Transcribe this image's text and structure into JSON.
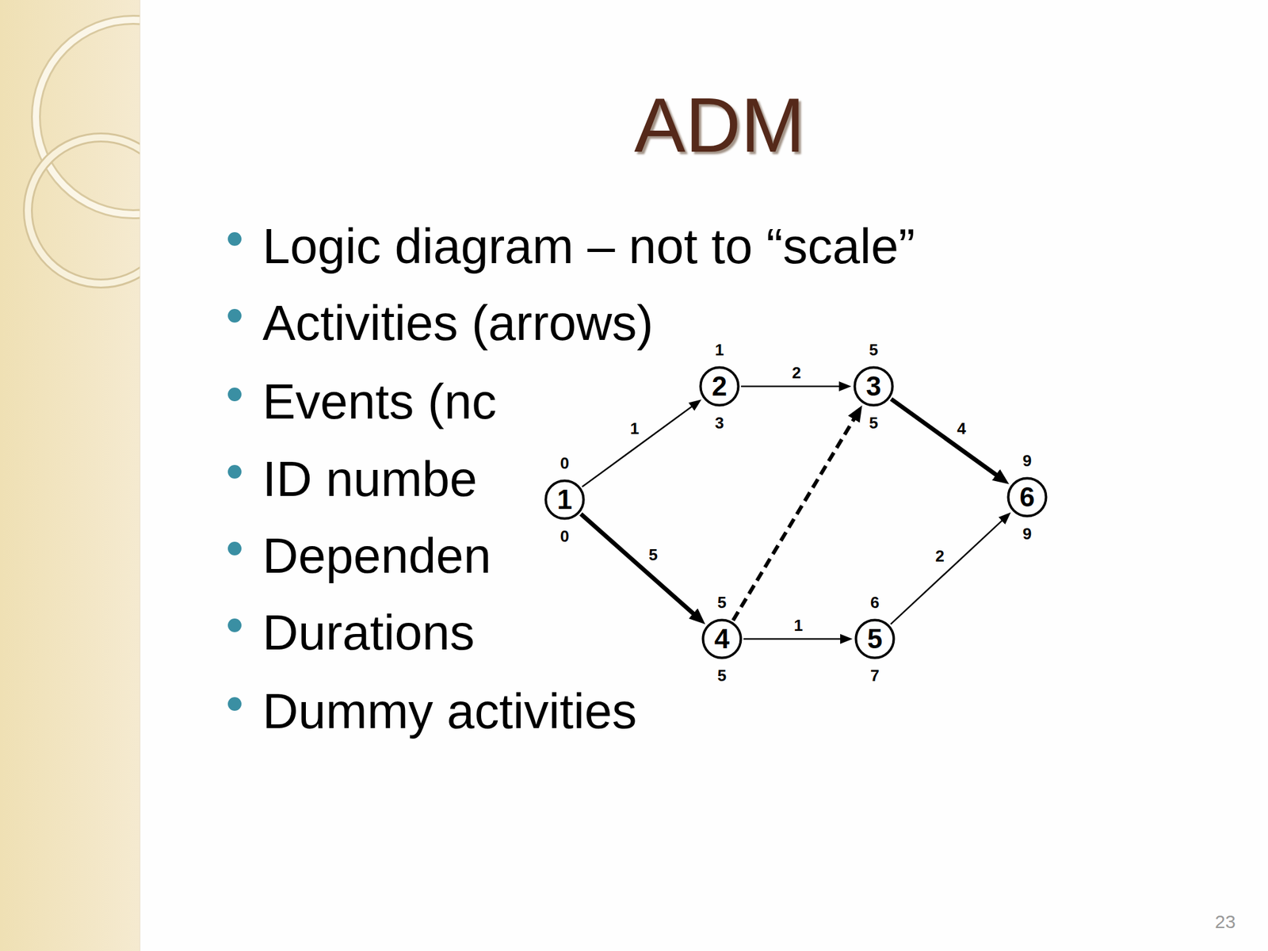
{
  "diagram": {
    "title": "ADM",
    "nodes": [
      {
        "text": [
          "0",
          "1",
          "0"
        ]
      },
      {
        "text": [
          "1",
          "2",
          "3"
        ]
      },
      {
        "text": [
          "5",
          "3",
          "5"
        ]
      },
      {
        "text": [
          "5",
          "4",
          "5"
        ]
      },
      {
        "text": [
          "6",
          "5",
          "7"
        ]
      },
      {
        "text": [
          "9",
          "6",
          "9"
        ]
      }
    ],
    "edges": [
      {
        "from": 0,
        "to": 1,
        "arrow": "to",
        "label": "1"
      },
      {
        "from": 0,
        "to": 3,
        "arrow": "to",
        "label": "5"
      },
      {
        "from": 1,
        "to": 2,
        "arrow": "to",
        "label": "2"
      },
      {
        "from": 3,
        "to": 2,
        "arrow": "to"
      },
      {
        "from": 2,
        "to": 5,
        "arrow": "to",
        "label": "4"
      },
      {
        "from": 3,
        "to": 4,
        "arrow": "to",
        "label": "1"
      },
      {
        "from": 4,
        "to": 5,
        "arrow": "to",
        "label": "2"
      }
    ],
    "labels": [
      "Logic diagram – not to “scale”",
      "Activities (arrows)",
      "Events (nc",
      "ID numbe",
      "Dependen",
      "Durations",
      "Dummy activities",
      "23"
    ]
  }
}
